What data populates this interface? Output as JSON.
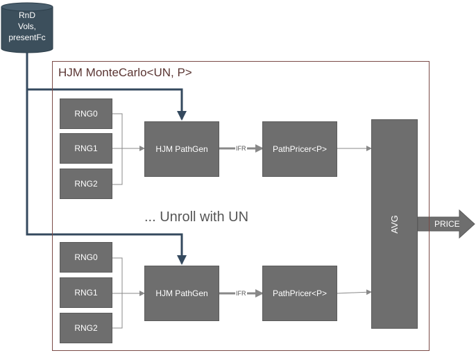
{
  "database": {
    "line1": "RnD",
    "line2": "Vols,",
    "line3": "presentFc"
  },
  "frame": {
    "title": "HJM MonteCarlo<UN, P>"
  },
  "unroll_text": "... Unroll with UN",
  "group_top": {
    "rng0": "RNG0",
    "rng1": "RNG1",
    "rng2": "RNG2",
    "pathgen": "HJM PathGen",
    "edge_label": "IFR",
    "pricer": "PathPricer<P>"
  },
  "group_bottom": {
    "rng0": "RNG0",
    "rng1": "RNG1",
    "rng2": "RNG2",
    "pathgen": "HJM PathGen",
    "edge_label": "IFR",
    "pricer": "PathPricer<P>"
  },
  "avg": {
    "label": "AVG"
  },
  "output": {
    "label": "PRICE"
  },
  "colors": {
    "box_fill": "#6e6e6e",
    "frame_border": "#7a4a46",
    "db_fill": "#3c4f5c",
    "input_arrow": "#34495e",
    "edge": "#888888"
  }
}
